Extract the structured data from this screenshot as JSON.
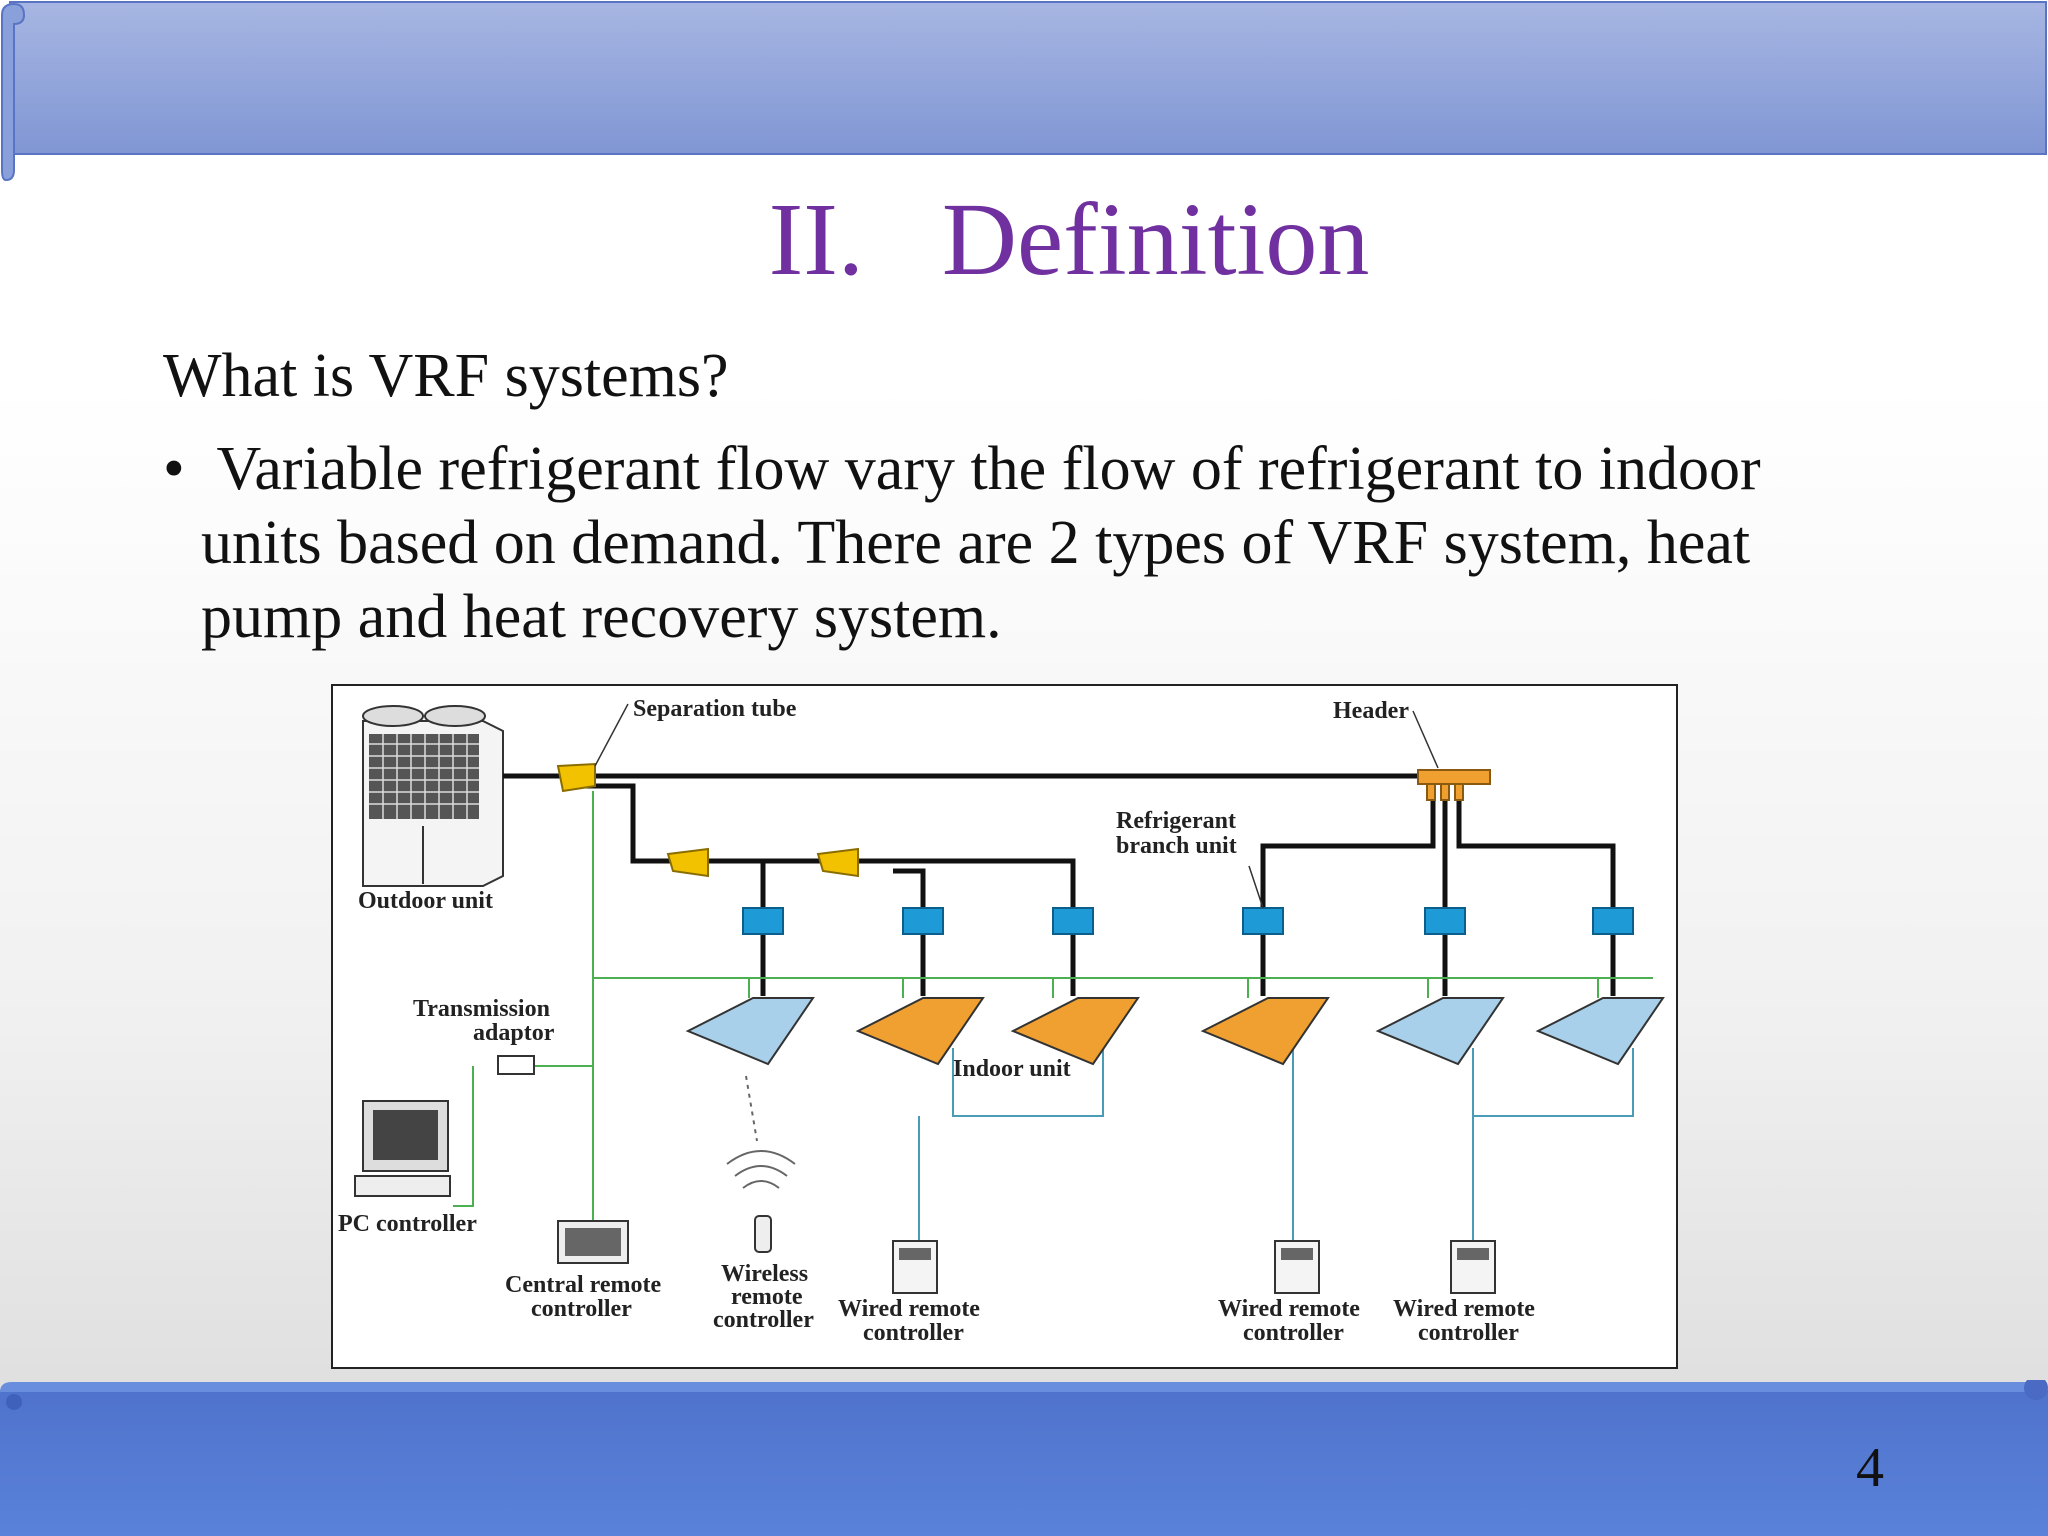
{
  "slide": {
    "title": "II.   Definition",
    "question": "What is VRF systems?",
    "bullet": " Variable refrigerant flow vary the flow of refrigerant to indoor units based on demand. There are 2 types of VRF system, heat pump and heat recovery system.",
    "bullet_symbol": "•",
    "page_number": "4"
  },
  "diagram": {
    "separation_tube": "Separation tube",
    "header": "Header",
    "refrigerant_branch_unit_line1": "Refrigerant",
    "refrigerant_branch_unit_line2": "branch unit",
    "outdoor_unit": "Outdoor unit",
    "transmission_adaptor_line1": "Transmission",
    "transmission_adaptor_line2": "adaptor",
    "indoor_unit": "Indoor unit",
    "pc_controller": "PC controller",
    "central_remote_line1": "Central remote",
    "central_remote_line2": "controller",
    "wireless_remote_line1": "Wireless",
    "wireless_remote_line2": "remote",
    "wireless_remote_line3": "controller",
    "wired_remote_1_line1": "Wired remote",
    "wired_remote_1_line2": "controller",
    "wired_remote_2_line1": "Wired remote",
    "wired_remote_2_line2": "controller",
    "wired_remote_3_line1": "Wired remote",
    "wired_remote_3_line2": "controller"
  },
  "colors": {
    "title": "#7030a0",
    "banner": "#5b7fd0",
    "refrigerant_pipe": "#111111",
    "signal_wire": "#4caf50",
    "branch_unit": "#1e9ad6",
    "separation_tube": "#f2c200",
    "indoor_unit_blue": "#a9d0ea",
    "indoor_unit_orange": "#f0a030"
  }
}
